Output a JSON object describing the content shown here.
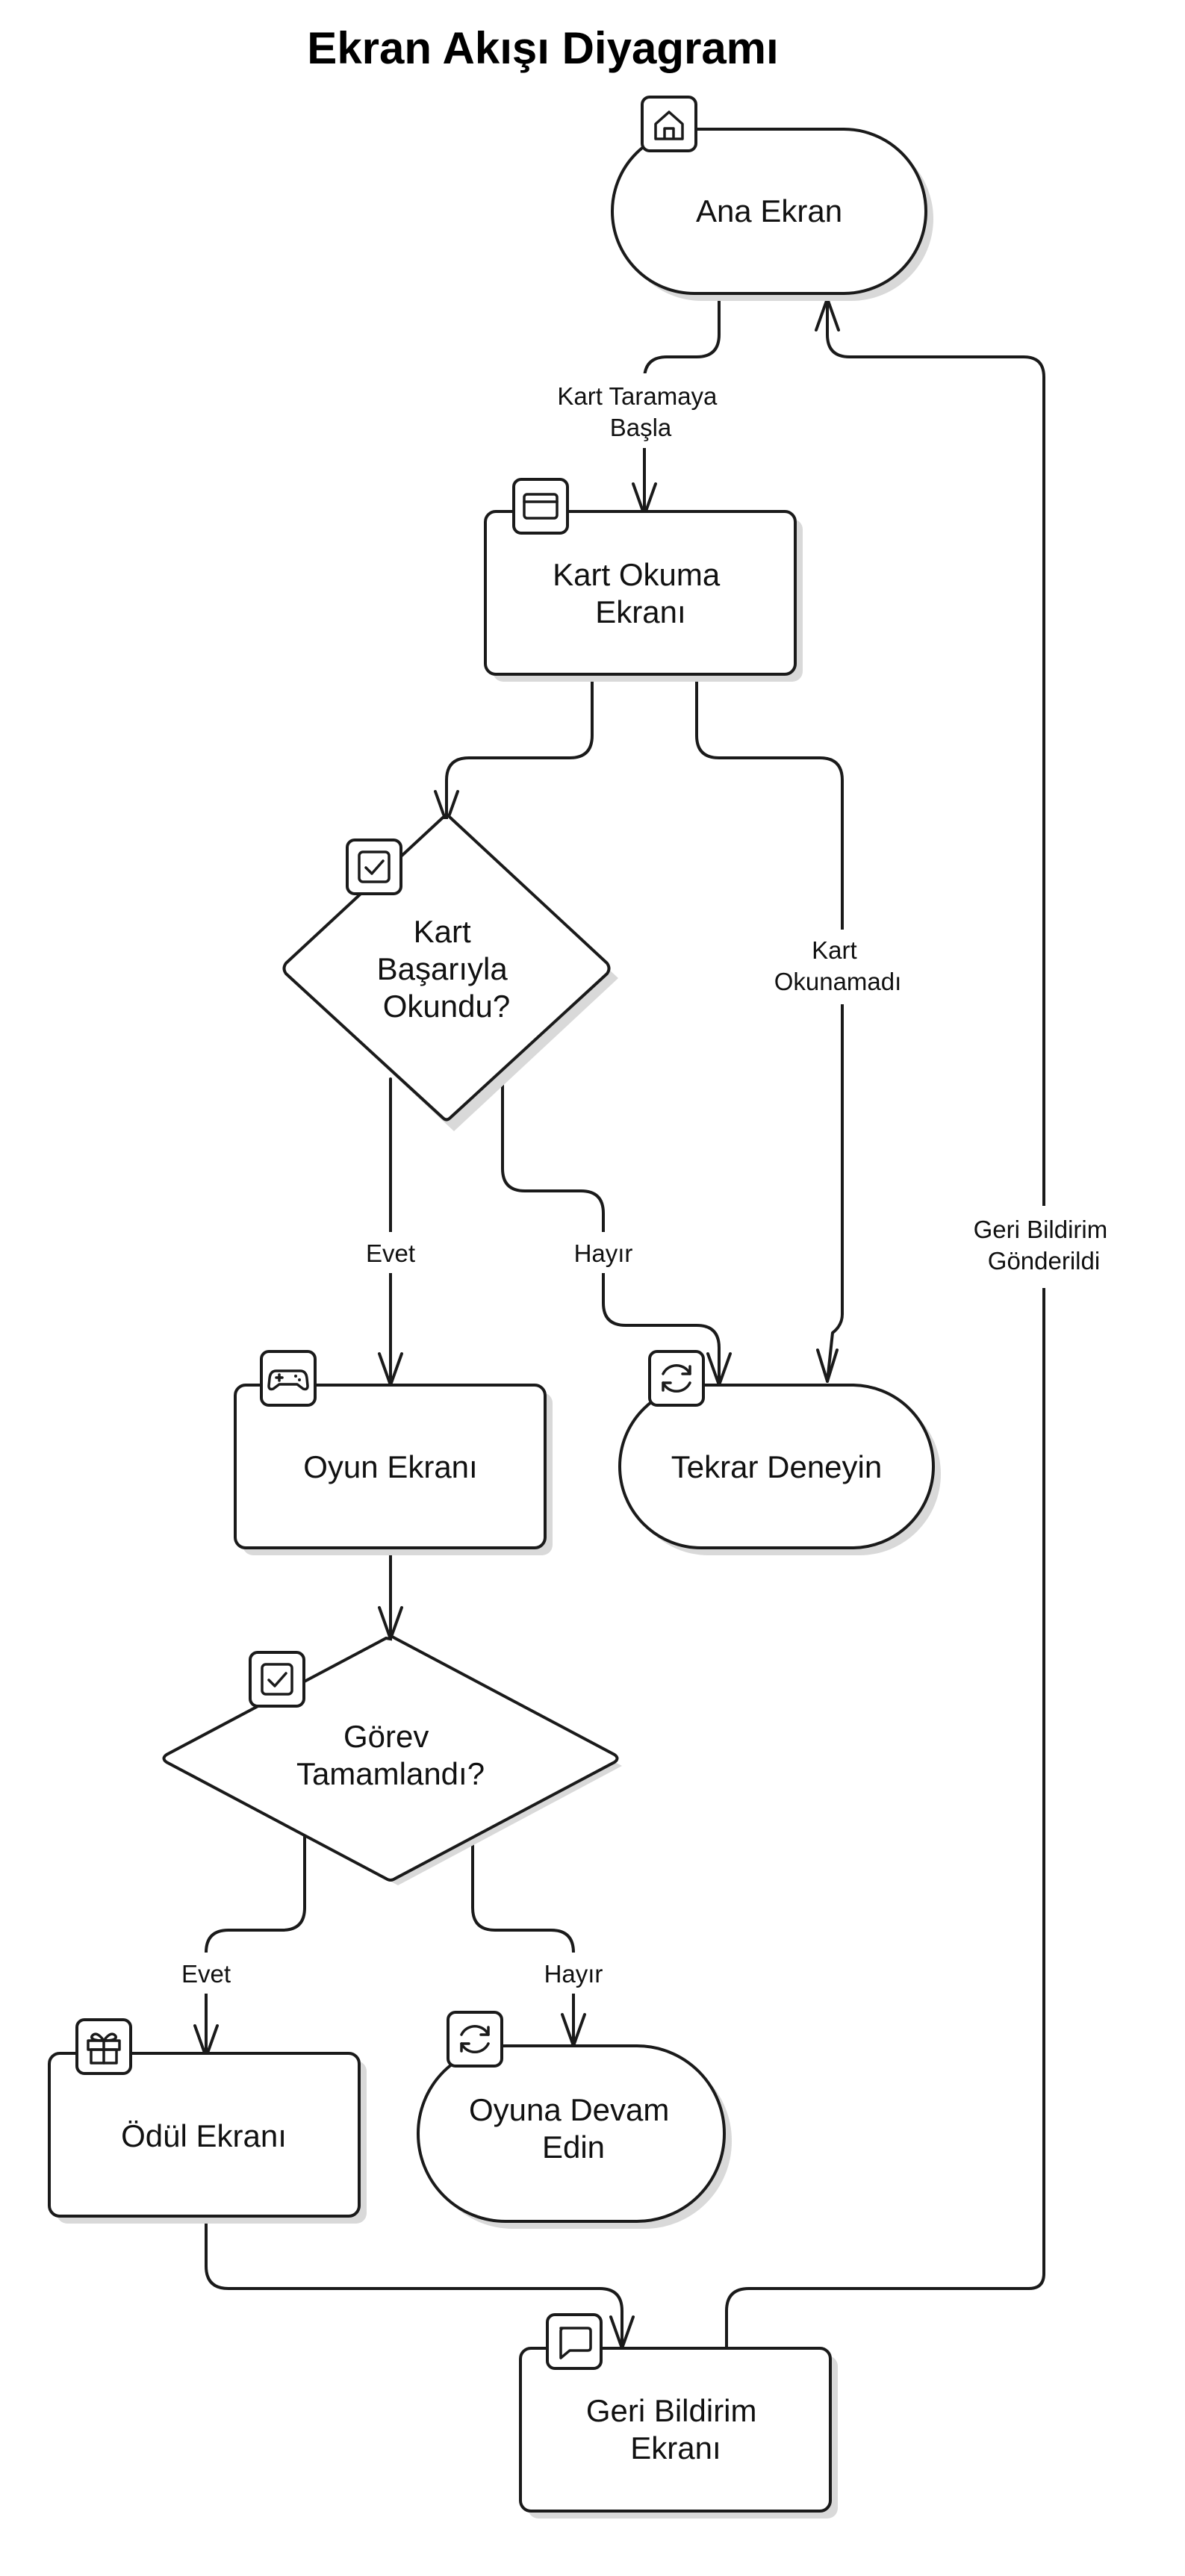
{
  "title": "Ekran Akışı Diyagramı",
  "nodes": {
    "ana_ekran": {
      "label": [
        "Ana Ekran"
      ],
      "icon": "home-icon"
    },
    "kart_okuma": {
      "label": [
        "Kart Okuma",
        "Ekranı"
      ],
      "icon": "credit-card-icon"
    },
    "kart_okundu": {
      "label": [
        "Kart",
        "Başarıyla",
        "Okundu?"
      ],
      "icon": "checkbox-icon"
    },
    "oyun_ekrani": {
      "label": [
        "Oyun Ekranı"
      ],
      "icon": "gamepad-icon"
    },
    "tekrar_deneyin": {
      "label": [
        "Tekrar Deneyin"
      ],
      "icon": "refresh-icon"
    },
    "gorev_tamamlandi": {
      "label": [
        "Görev",
        "Tamamlandı?"
      ],
      "icon": "checkbox-icon"
    },
    "odul_ekrani": {
      "label": [
        "Ödül Ekranı"
      ],
      "icon": "gift-icon"
    },
    "oyuna_devam": {
      "label": [
        "Oyuna Devam",
        "Edin"
      ],
      "icon": "refresh-icon"
    },
    "geri_bildirim": {
      "label": [
        "Geri Bildirim",
        "Ekranı"
      ],
      "icon": "message-icon"
    }
  },
  "edges": {
    "kart_taramaya_basla": [
      "Kart Taramaya",
      "Başla"
    ],
    "kart_okunamadi": [
      "Kart",
      "Okunamadı"
    ],
    "evet_1": [
      "Evet"
    ],
    "hayir_1": [
      "Hayır"
    ],
    "evet_2": [
      "Evet"
    ],
    "hayir_2": [
      "Hayır"
    ],
    "geri_bildirim_gonderildi": [
      "Geri Bildirim",
      "Gönderildi"
    ]
  }
}
